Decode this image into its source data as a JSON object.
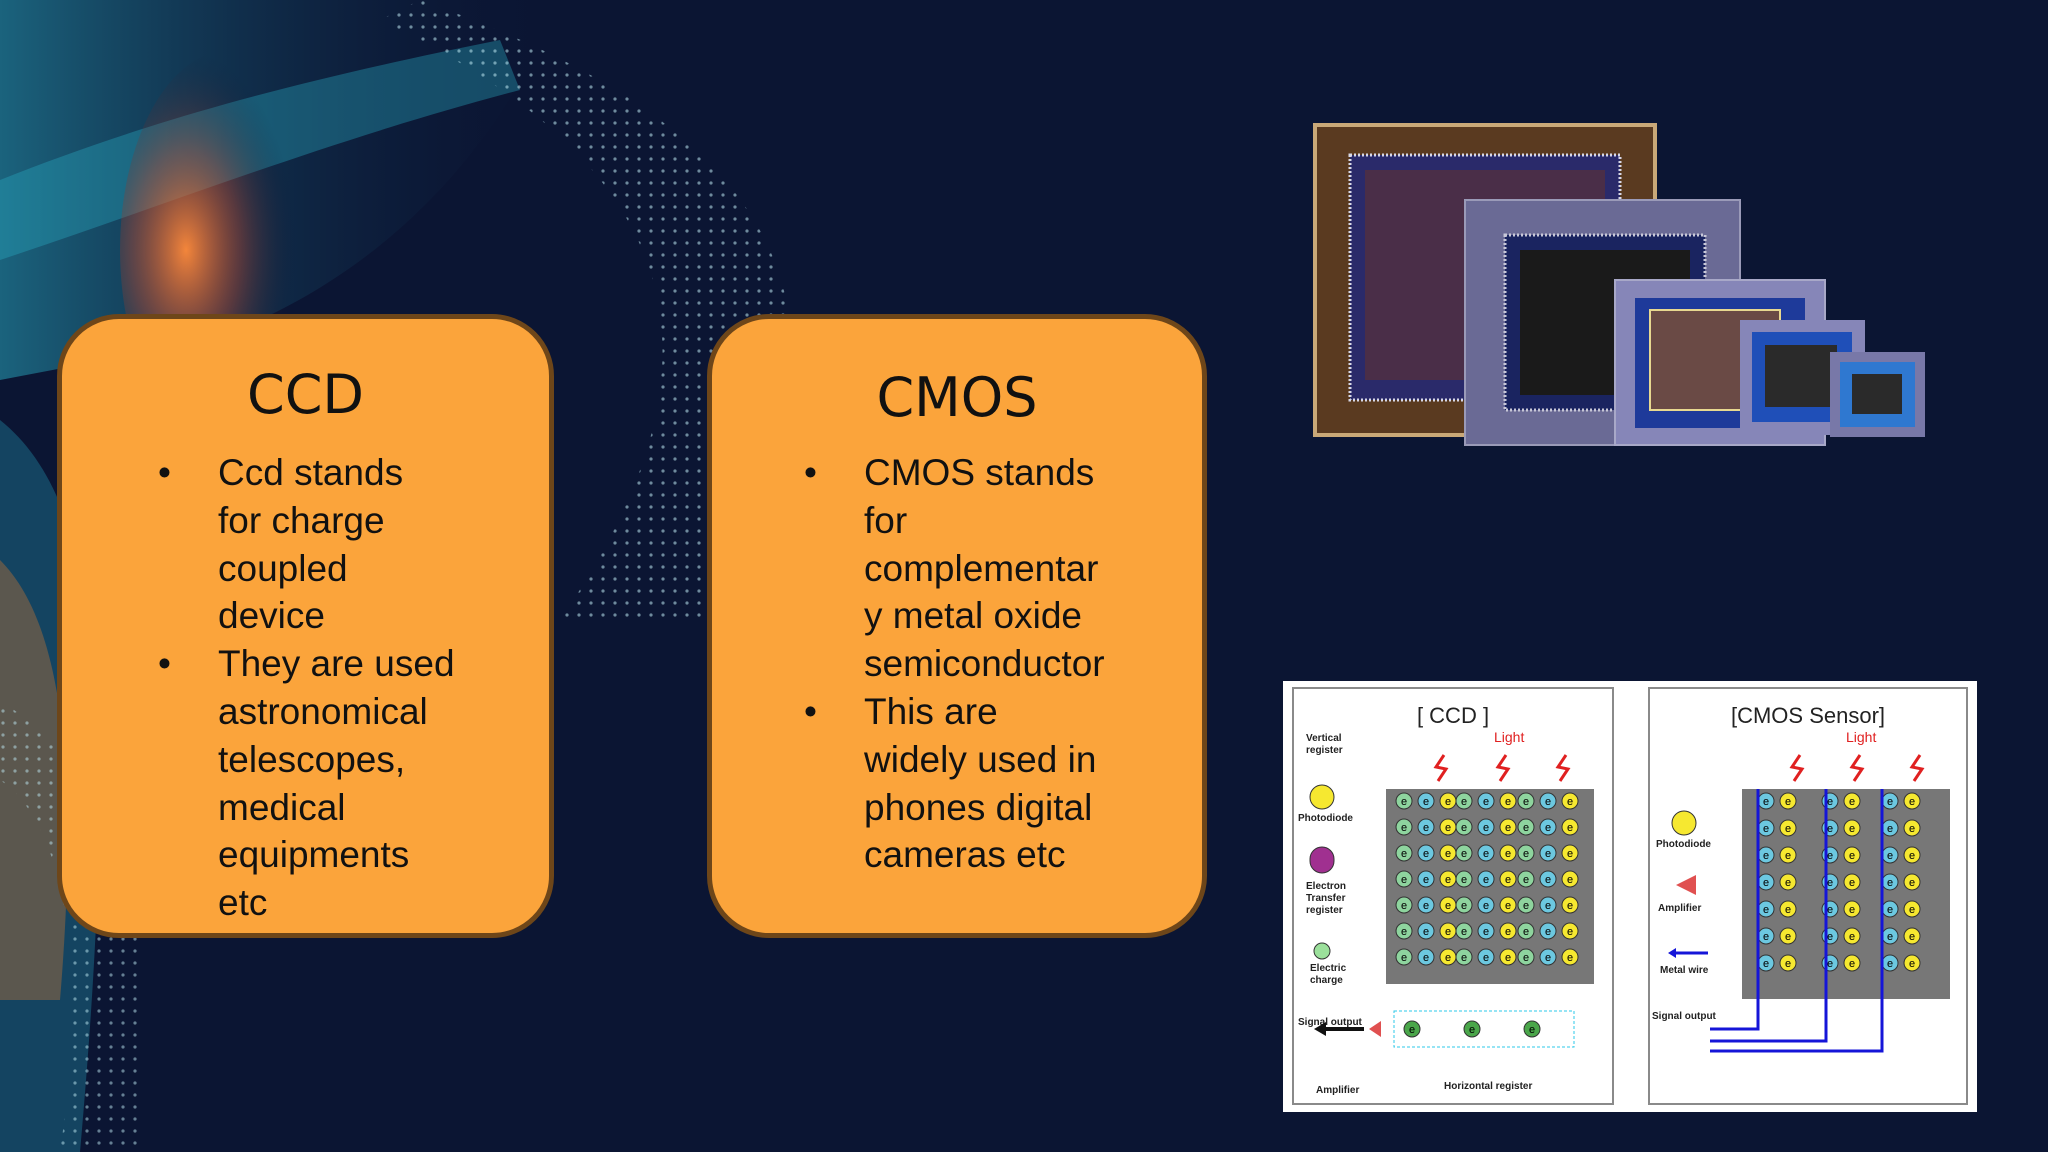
{
  "slide": {
    "colors": {
      "background": "#0b1533",
      "card": "#fba43b",
      "card_border": "#6e4619"
    },
    "ccd_card": {
      "title": "CCD",
      "bullets": [
        [
          "Ccd stands",
          "for charge",
          "coupled",
          "device"
        ],
        [
          "They are used",
          "astronomical",
          "telescopes,",
          "medical",
          "equipments",
          "etc"
        ]
      ]
    },
    "cmos_card": {
      "title": "CMOS",
      "bullets": [
        [
          "CMOS stands",
          "for",
          "complementar",
          "y metal oxide",
          "semiconductor"
        ],
        [
          "This are",
          "widely used in",
          "phones digital",
          "cameras etc"
        ]
      ]
    },
    "bullet_glyph": "•",
    "diagram": {
      "ccd_panel": {
        "title": "[ CCD ]",
        "light": "Light",
        "labels": {
          "vertical_register": [
            "Vertical",
            "register"
          ],
          "photodiode": "Photodiode",
          "electron_transfer": [
            "Electron",
            "Transfer",
            "register"
          ],
          "electric_charge": [
            "Electric",
            "charge"
          ],
          "signal_output": "Signal output",
          "amplifier": "Amplifier",
          "horizontal_register": "Horizontal register"
        }
      },
      "cmos_panel": {
        "title": "[CMOS Sensor]",
        "light": "Light",
        "labels": {
          "photodiode": "Photodiode",
          "amplifier": "Amplifier",
          "metal_wire": "Metal wire",
          "signal_output": "Signal output"
        }
      },
      "electron_glyph": "e"
    }
  }
}
